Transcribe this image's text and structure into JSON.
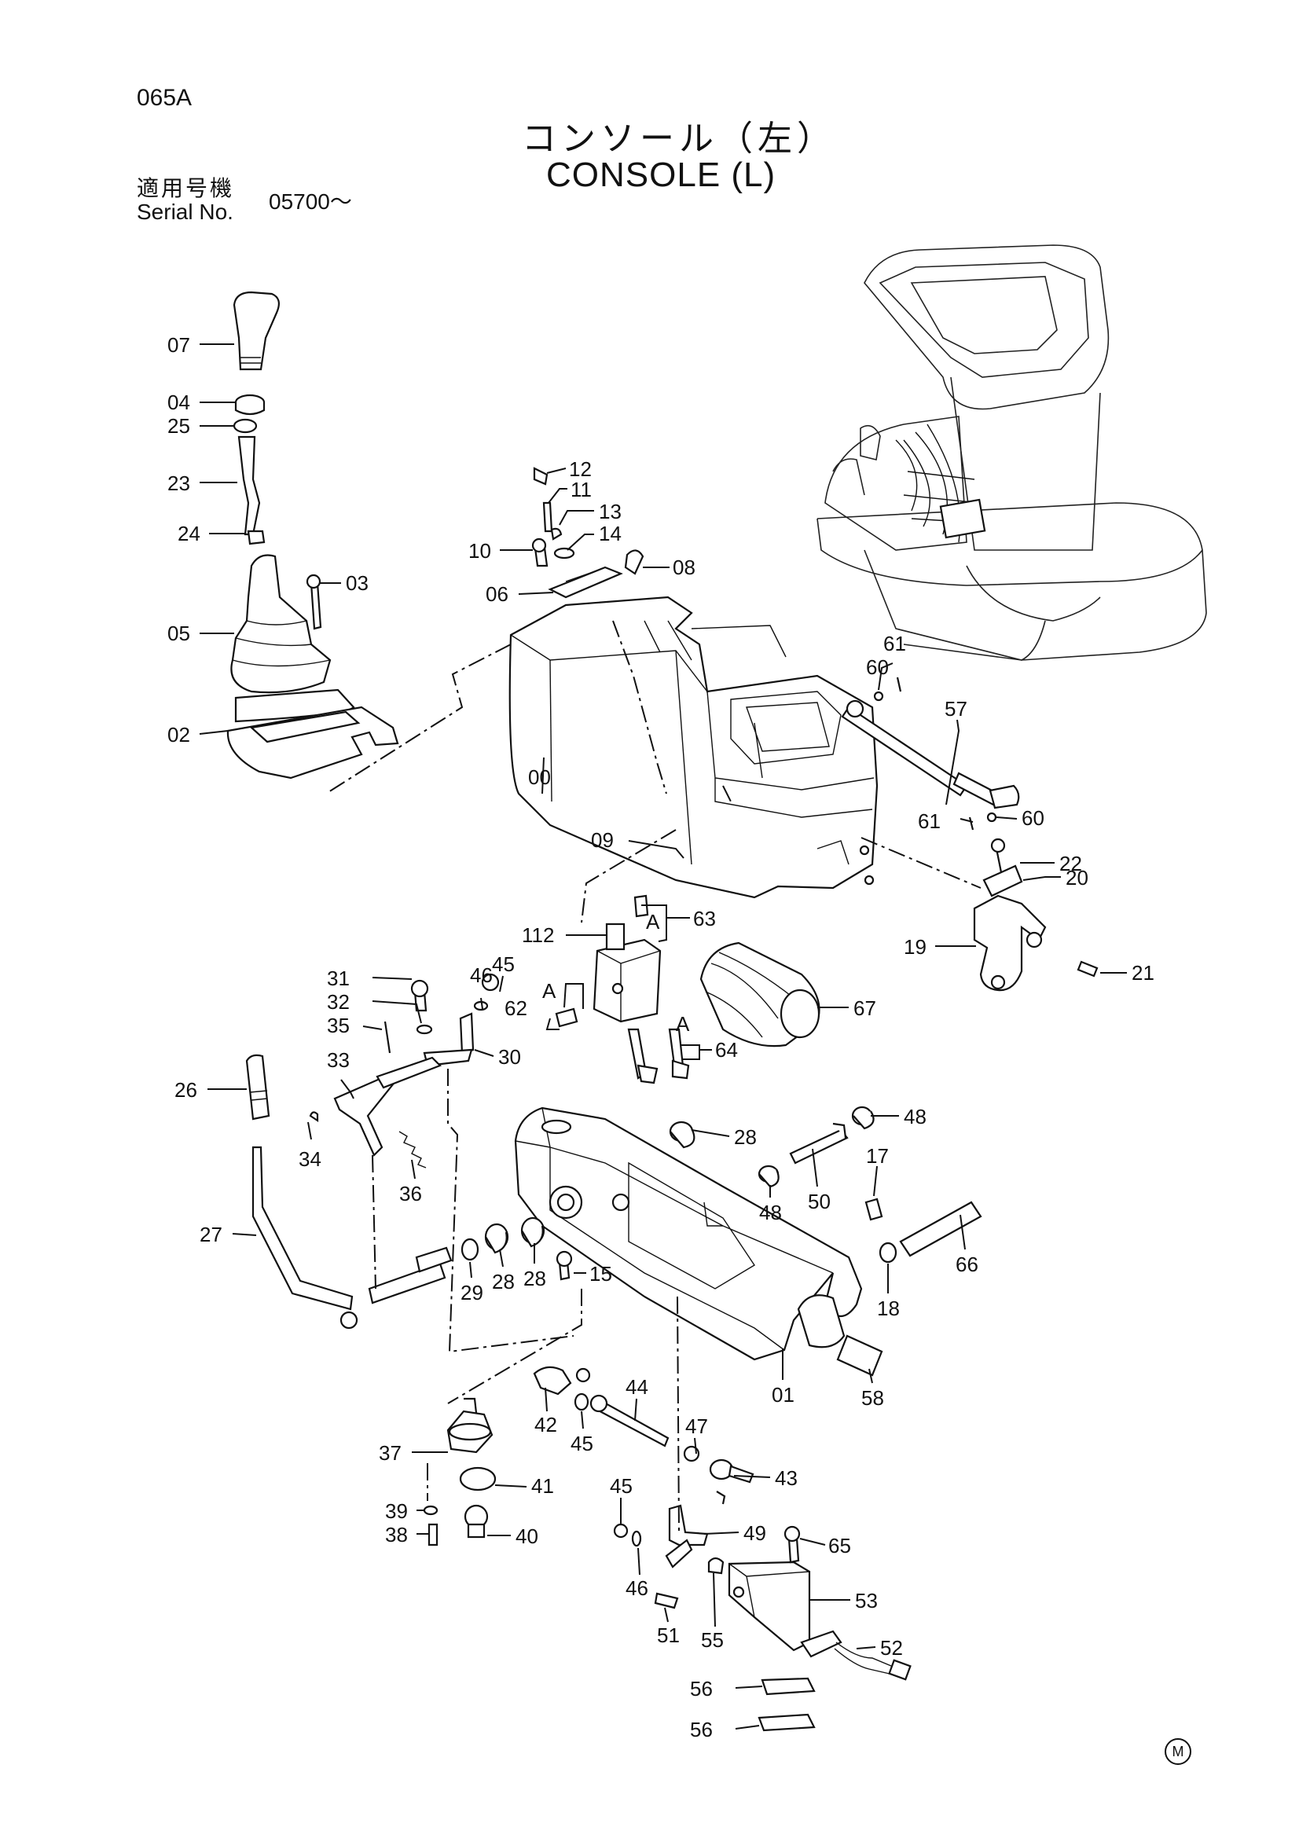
{
  "header": {
    "page_code": "065A",
    "title_jp": "コンソール（左）",
    "title_en": "CONSOLE (L)",
    "serial_label_jp": "適用号機",
    "serial_label_en": "Serial No.",
    "serial_value": "05700～"
  },
  "callouts": [
    "07",
    "04",
    "25",
    "23",
    "24",
    "03",
    "05",
    "02",
    "12",
    "11",
    "13",
    "14",
    "10",
    "06",
    "08",
    "00",
    "61",
    "60",
    "57",
    "61",
    "60",
    "09",
    "63",
    "112",
    "22",
    "20",
    "19",
    "21",
    "45",
    "46",
    "31",
    "32",
    "35",
    "62",
    "67",
    "64",
    "30",
    "33",
    "26",
    "34",
    "36",
    "28",
    "48",
    "50",
    "48",
    "17",
    "27",
    "29",
    "28",
    "28",
    "15",
    "66",
    "18",
    "01",
    "58",
    "44",
    "42",
    "45",
    "37",
    "47",
    "43",
    "41",
    "39",
    "38",
    "40",
    "45",
    "49",
    "65",
    "46",
    "53",
    "51",
    "55",
    "52",
    "56",
    "56"
  ],
  "footer": {
    "mark": "M"
  }
}
